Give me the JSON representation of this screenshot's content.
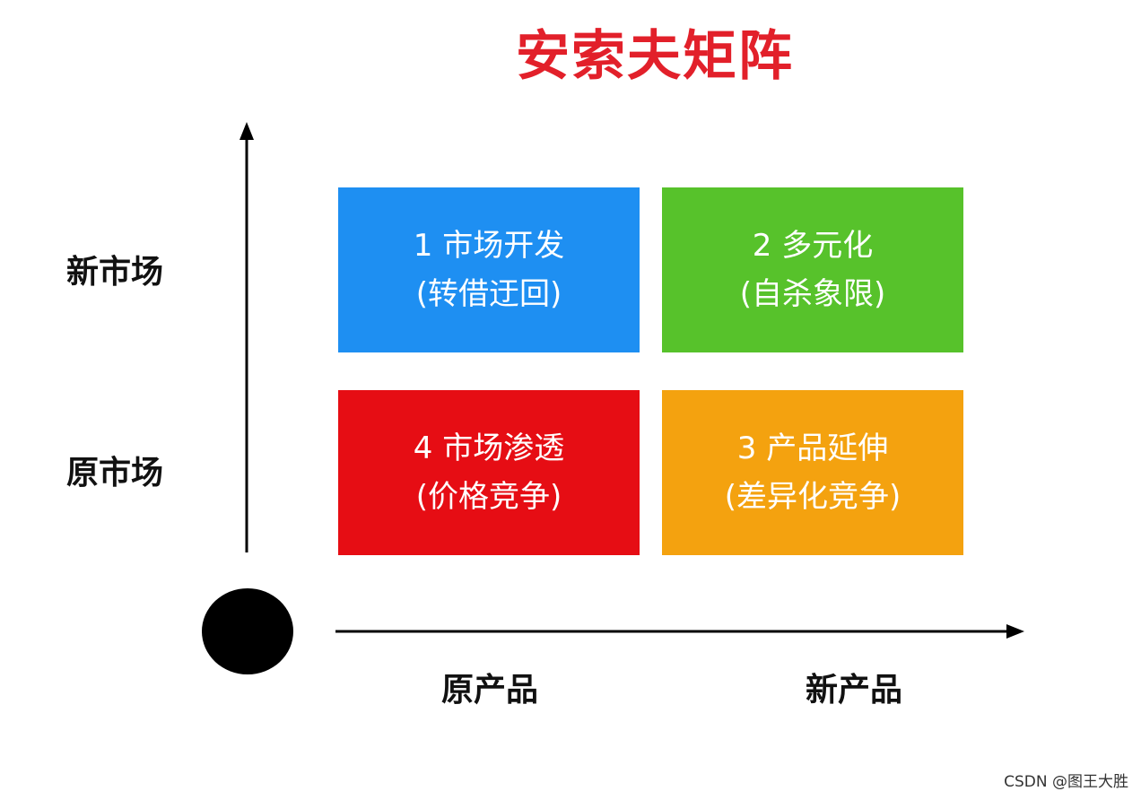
{
  "title": "安索夫矩阵",
  "axes": {
    "y_labels": [
      "新市场",
      "原市场"
    ],
    "x_labels": [
      "原产品",
      "新产品"
    ]
  },
  "quadrants": [
    {
      "number": "1",
      "name": "市场开发",
      "line1": "1 市场开发",
      "line2": "(转借迂回)",
      "color": "#1e8ff2"
    },
    {
      "number": "2",
      "name": "多元化",
      "line1": "2 多元化",
      "line2": "(自杀象限)",
      "color": "#57c22b"
    },
    {
      "number": "4",
      "name": "市场渗透",
      "line1": "4 市场渗透",
      "line2": "(价格竞争)",
      "color": "#e60d14"
    },
    {
      "number": "3",
      "name": "产品延伸",
      "line1": "3 产品延伸",
      "line2": "(差异化竞争)",
      "color": "#f4a20f"
    }
  ],
  "watermark": "CSDN @图王大胜"
}
